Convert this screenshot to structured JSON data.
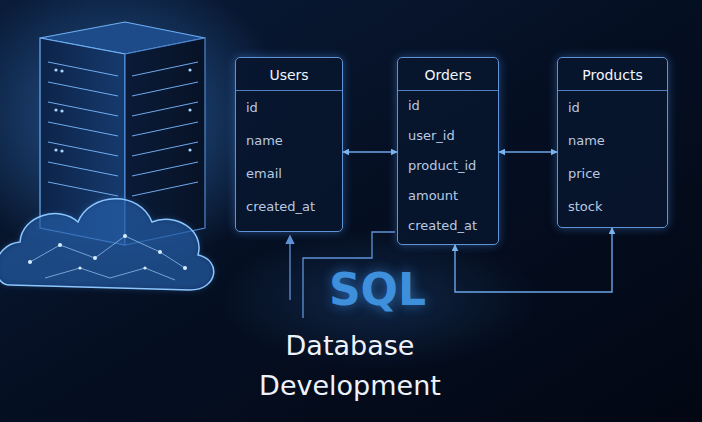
{
  "diagram": {
    "nodes": [
      {
        "text": [
          "Users",
          "id",
          "name",
          "email",
          "created_at"
        ]
      },
      {
        "text": [
          "Orders",
          "id",
          "user_id",
          "product_id",
          "amount",
          "created_at"
        ]
      },
      {
        "text": [
          "Products",
          "id",
          "name",
          "price",
          "stock"
        ]
      }
    ],
    "edges": [
      {
        "from": 0,
        "to": 1,
        "arrow": "both"
      },
      {
        "from": 1,
        "to": 2,
        "arrow": "both"
      },
      {
        "from": 2,
        "to": 1,
        "arrow": "both"
      }
    ],
    "labels": [
      "SQL",
      "Database Development"
    ]
  }
}
